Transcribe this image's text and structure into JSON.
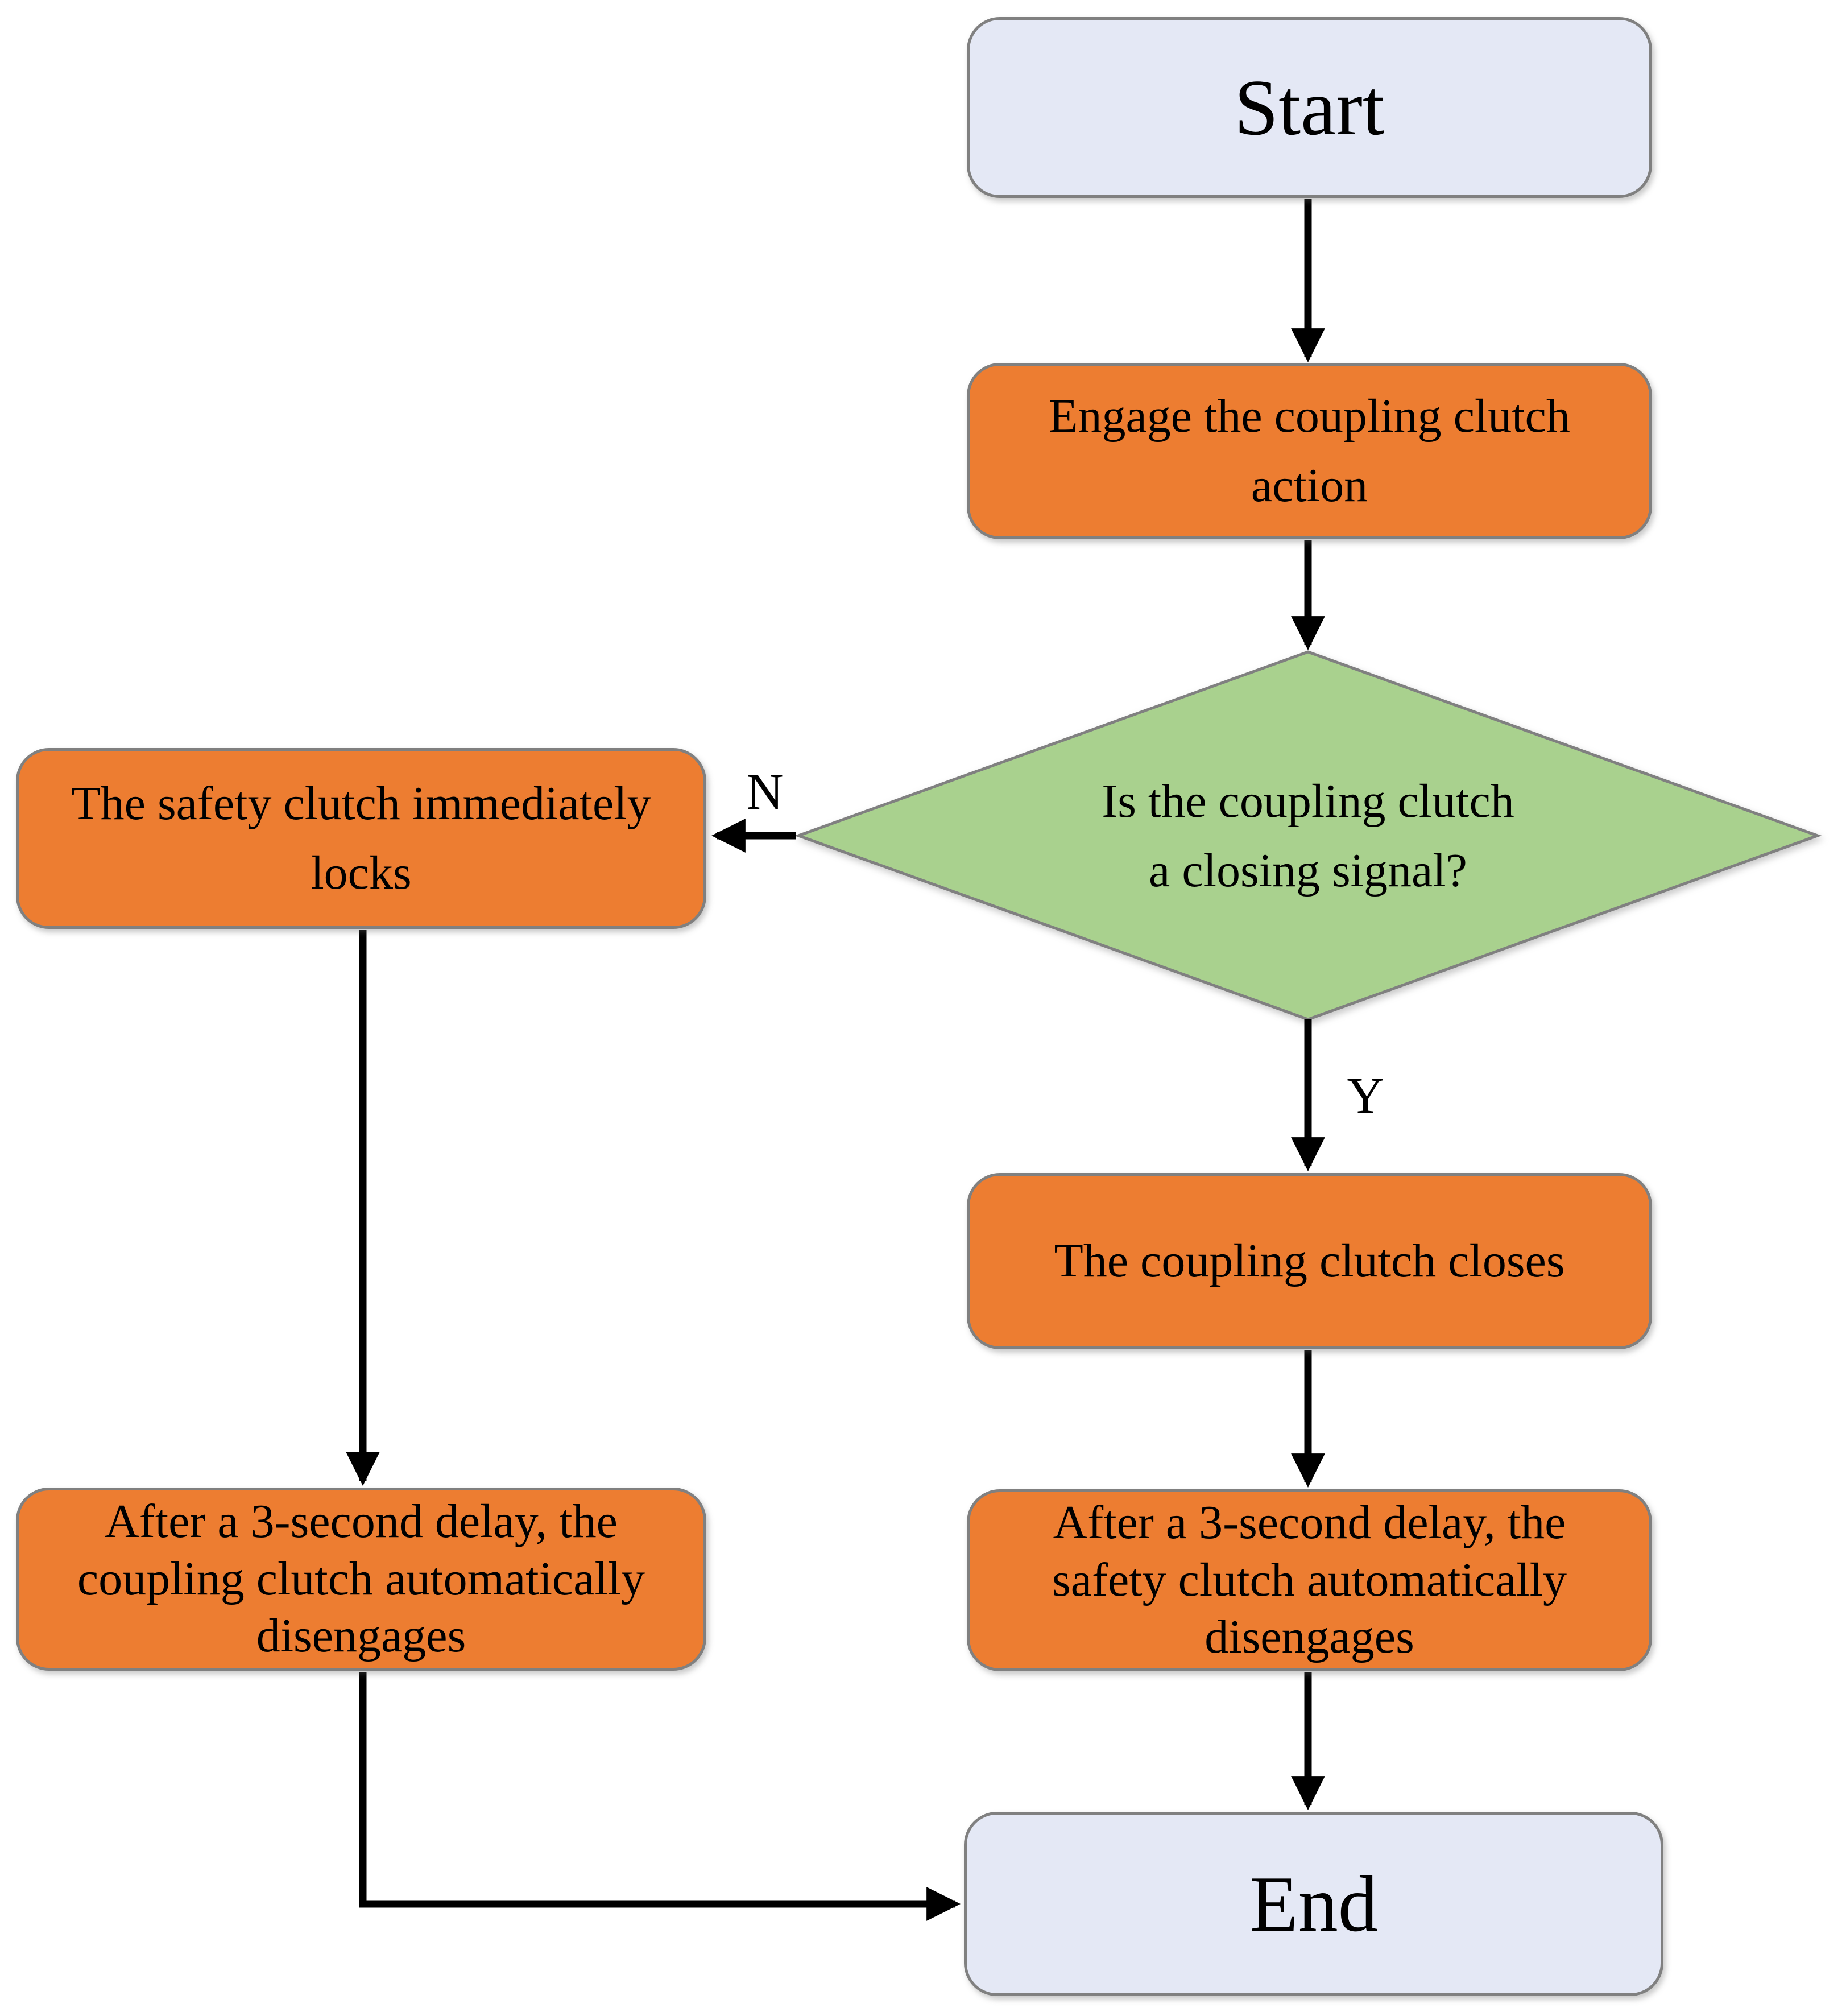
{
  "nodes": {
    "start": {
      "label": "Start",
      "type": "terminator"
    },
    "engage": {
      "label": "Engage the coupling clutch\naction",
      "type": "process"
    },
    "decision": {
      "label": "Is the coupling clutch\na closing signal?",
      "type": "decision"
    },
    "safety_locks": {
      "label": "The safety clutch immediately\nlocks",
      "type": "process"
    },
    "coupling_closes": {
      "label": "The coupling clutch closes",
      "type": "process"
    },
    "coupling_disengages": {
      "label": "After a 3-second delay, the\ncoupling clutch automatically\ndisengages",
      "type": "process"
    },
    "safety_disengages": {
      "label": "After a 3-second delay, the\nsafety clutch automatically\ndisengages",
      "type": "process"
    },
    "end": {
      "label": "End",
      "type": "terminator"
    }
  },
  "edges": {
    "no_label": "N",
    "yes_label": "Y"
  },
  "colors": {
    "terminator_fill": "#E4E8F5",
    "process_fill": "#ED7D31",
    "decision_fill": "#A9D18E",
    "node_border": "#808080",
    "arrow": "#000000",
    "text": "#000000",
    "background": "#FFFFFF"
  }
}
